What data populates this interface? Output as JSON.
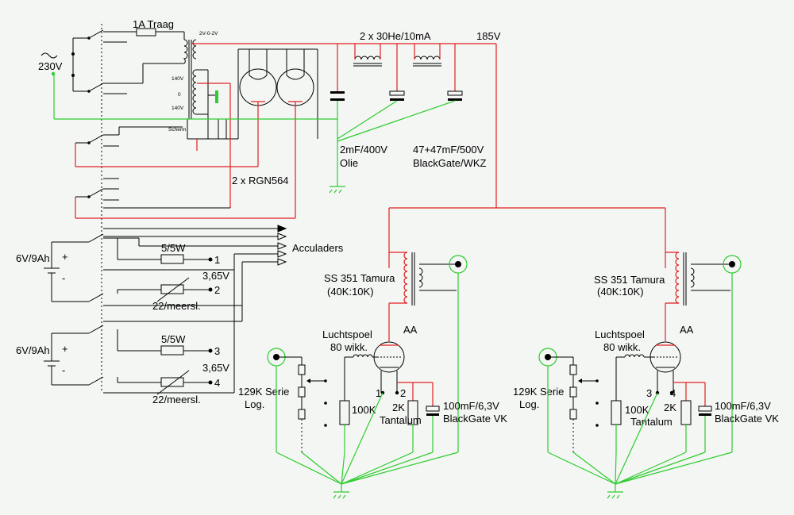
{
  "labels": {
    "mains_voltage": "230V",
    "fuse": "1A Traag",
    "transformer_tap": "2V-0-2V",
    "sec_140v_top": "140V",
    "sec_0": "0",
    "sec_140v_bottom": "140V",
    "screen": "Scherm",
    "chokes": "2 x 30He/10mA",
    "b_plus": "185V",
    "rectifiers": "2 x RGN564",
    "cap_oil_value": "2mF/400V",
    "cap_oil_type": "Olie",
    "cap_bg_value": "47+47mF/500V",
    "cap_bg_type": "BlackGate/WKZ",
    "battery_1": "6V/9Ah",
    "battery_2": "6V/9Ah",
    "plus": "+",
    "minus": "-",
    "chargers": "Acculaders",
    "res_5w_1": "5/5W",
    "res_5w_2": "5/5W",
    "rheo_1": "22/meersl.",
    "rheo_2": "22/meersl.",
    "v365_1": "3,65V",
    "v365_2": "3,65V",
    "t1": "1",
    "t2": "2",
    "t3": "3",
    "t4": "4",
    "out_tx_left": "SS 351 Tamura",
    "out_ratio_left": "(40K:10K)",
    "out_tx_right": "SS 351 Tamura",
    "out_ratio_right": "(40K:10K)",
    "air_coil_left": "Luchtspoel",
    "air_coil_turns_left": "80 wikk.",
    "air_coil_right": "Luchtspoel",
    "air_coil_turns_right": "80 wikk.",
    "tube_left": "AA",
    "tube_right": "AA",
    "grid_res_left": "100K",
    "grid_res_right": "100K",
    "cath_res_left": "2K",
    "cath_res_type_left": "Tantalum",
    "cath_res_right": "2K",
    "cath_res_type_right": "Tantalum",
    "cath_cap_left": "100mF/6,3V",
    "cath_cap_type_left": "BlackGate VK",
    "cath_cap_right": "100mF/6,3V",
    "cath_cap_type_right": "BlackGate VK",
    "vol_left": "129K Serie",
    "vol_log_left": "Log.",
    "vol_right": "129K Serie",
    "vol_log_right": "Log.",
    "pin_l1": "1",
    "pin_l2": "2",
    "pin_r3": "3",
    "pin_r4": "4"
  },
  "colors": {
    "ht_wire": "#e02020",
    "ground_wire": "#2ecc2e",
    "signal_wire": "#000000",
    "background": "#f4f6f4"
  }
}
